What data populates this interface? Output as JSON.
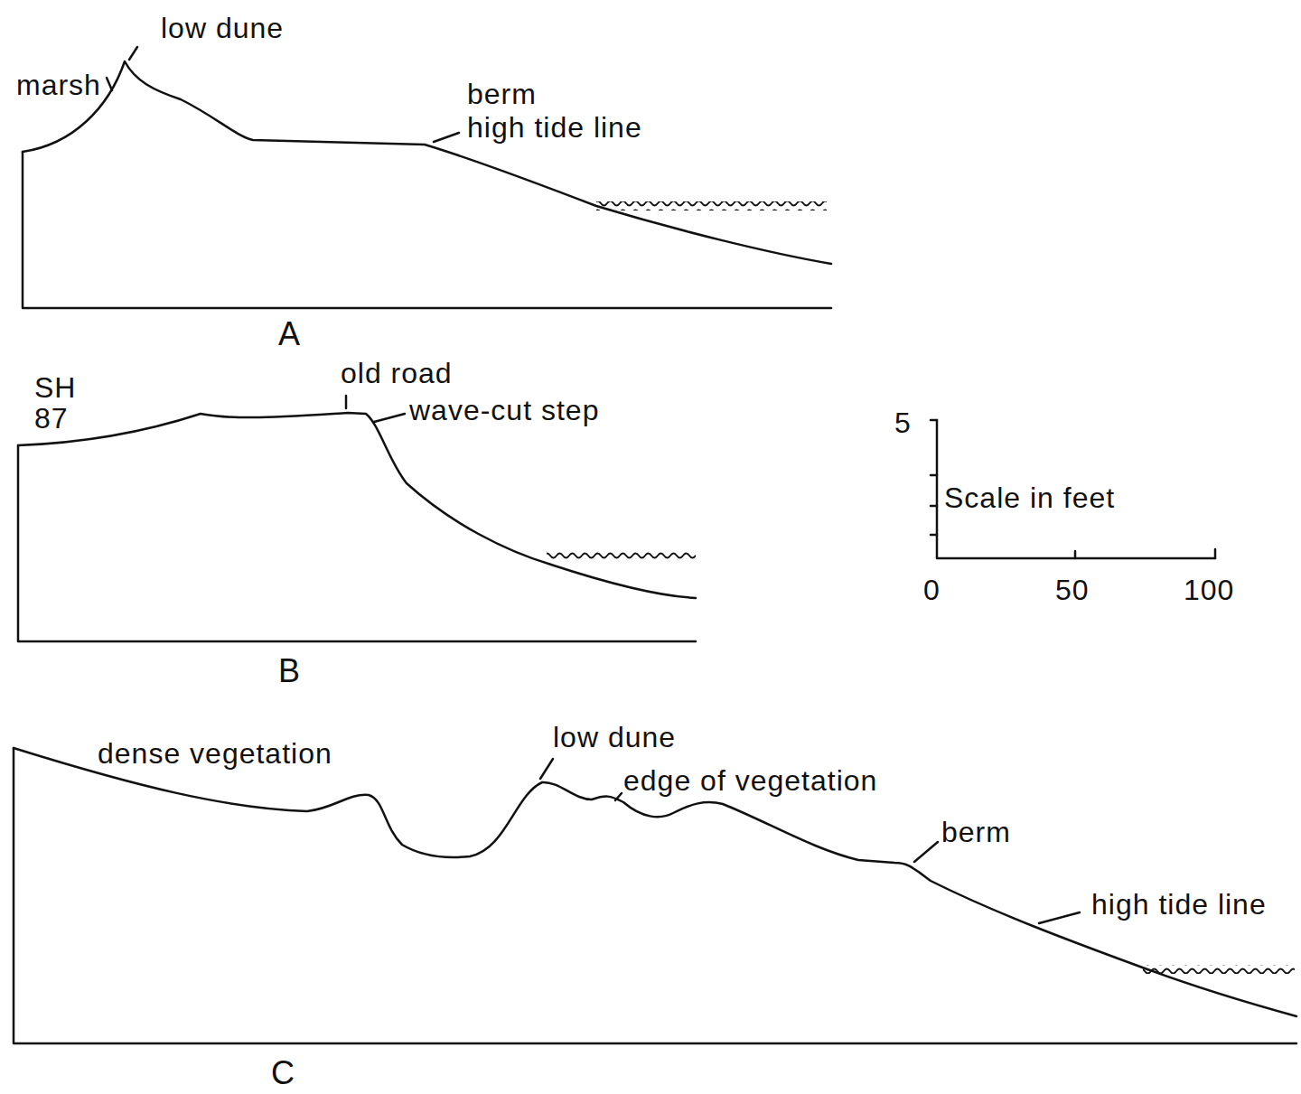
{
  "diagram": {
    "labels": [
      "marsh",
      "low dune",
      "berm",
      "high tide line",
      "A",
      "SH 87",
      "old road",
      "wave-cut step",
      "B",
      "5",
      "Scale in feet",
      "0",
      "50",
      "100",
      "dense vegetation",
      "low dune",
      "edge of vegetation",
      "berm",
      "high tide line",
      "C"
    ]
  }
}
